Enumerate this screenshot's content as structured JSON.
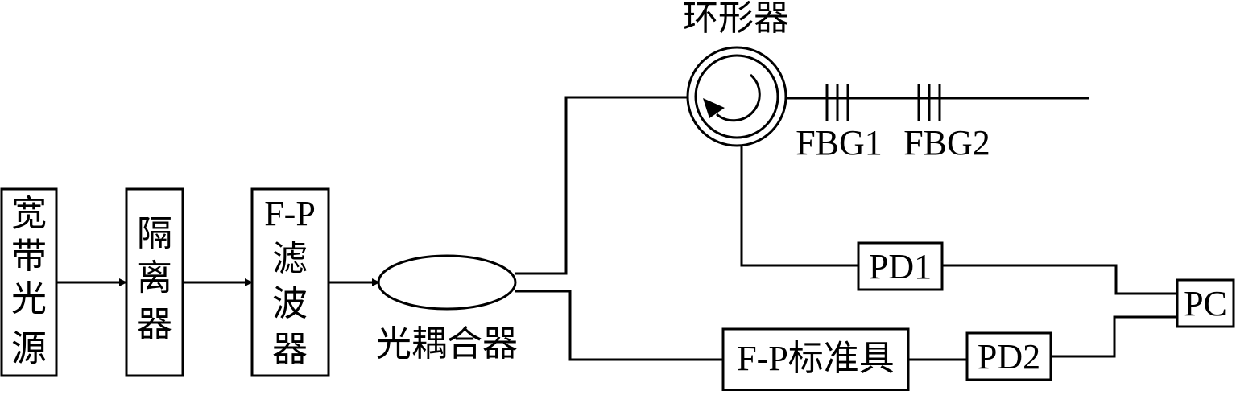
{
  "diagram": {
    "broadband_source": [
      "宽",
      "带",
      "光",
      "源"
    ],
    "isolator": [
      "隔",
      "离",
      "器"
    ],
    "fp_filter": {
      "line1": "F-P",
      "chars": [
        "滤",
        "波",
        "器"
      ]
    },
    "coupler_label": "光耦合器",
    "circulator_label": "环形器",
    "fbg1_label": "FBG1",
    "fbg2_label": "FBG2",
    "pd1_label": "PD1",
    "pd2_label": "PD2",
    "pc_label": "PC",
    "fp_etalon_label": "F-P标准具"
  }
}
